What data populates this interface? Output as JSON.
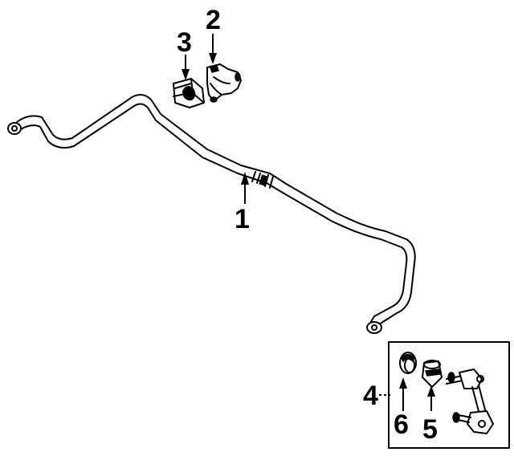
{
  "callouts": {
    "c1": "1",
    "c2": "2",
    "c3": "3",
    "c4": "4",
    "c5": "5",
    "c6": "6"
  },
  "colors": {
    "line": "#000000",
    "background": "#ffffff"
  }
}
